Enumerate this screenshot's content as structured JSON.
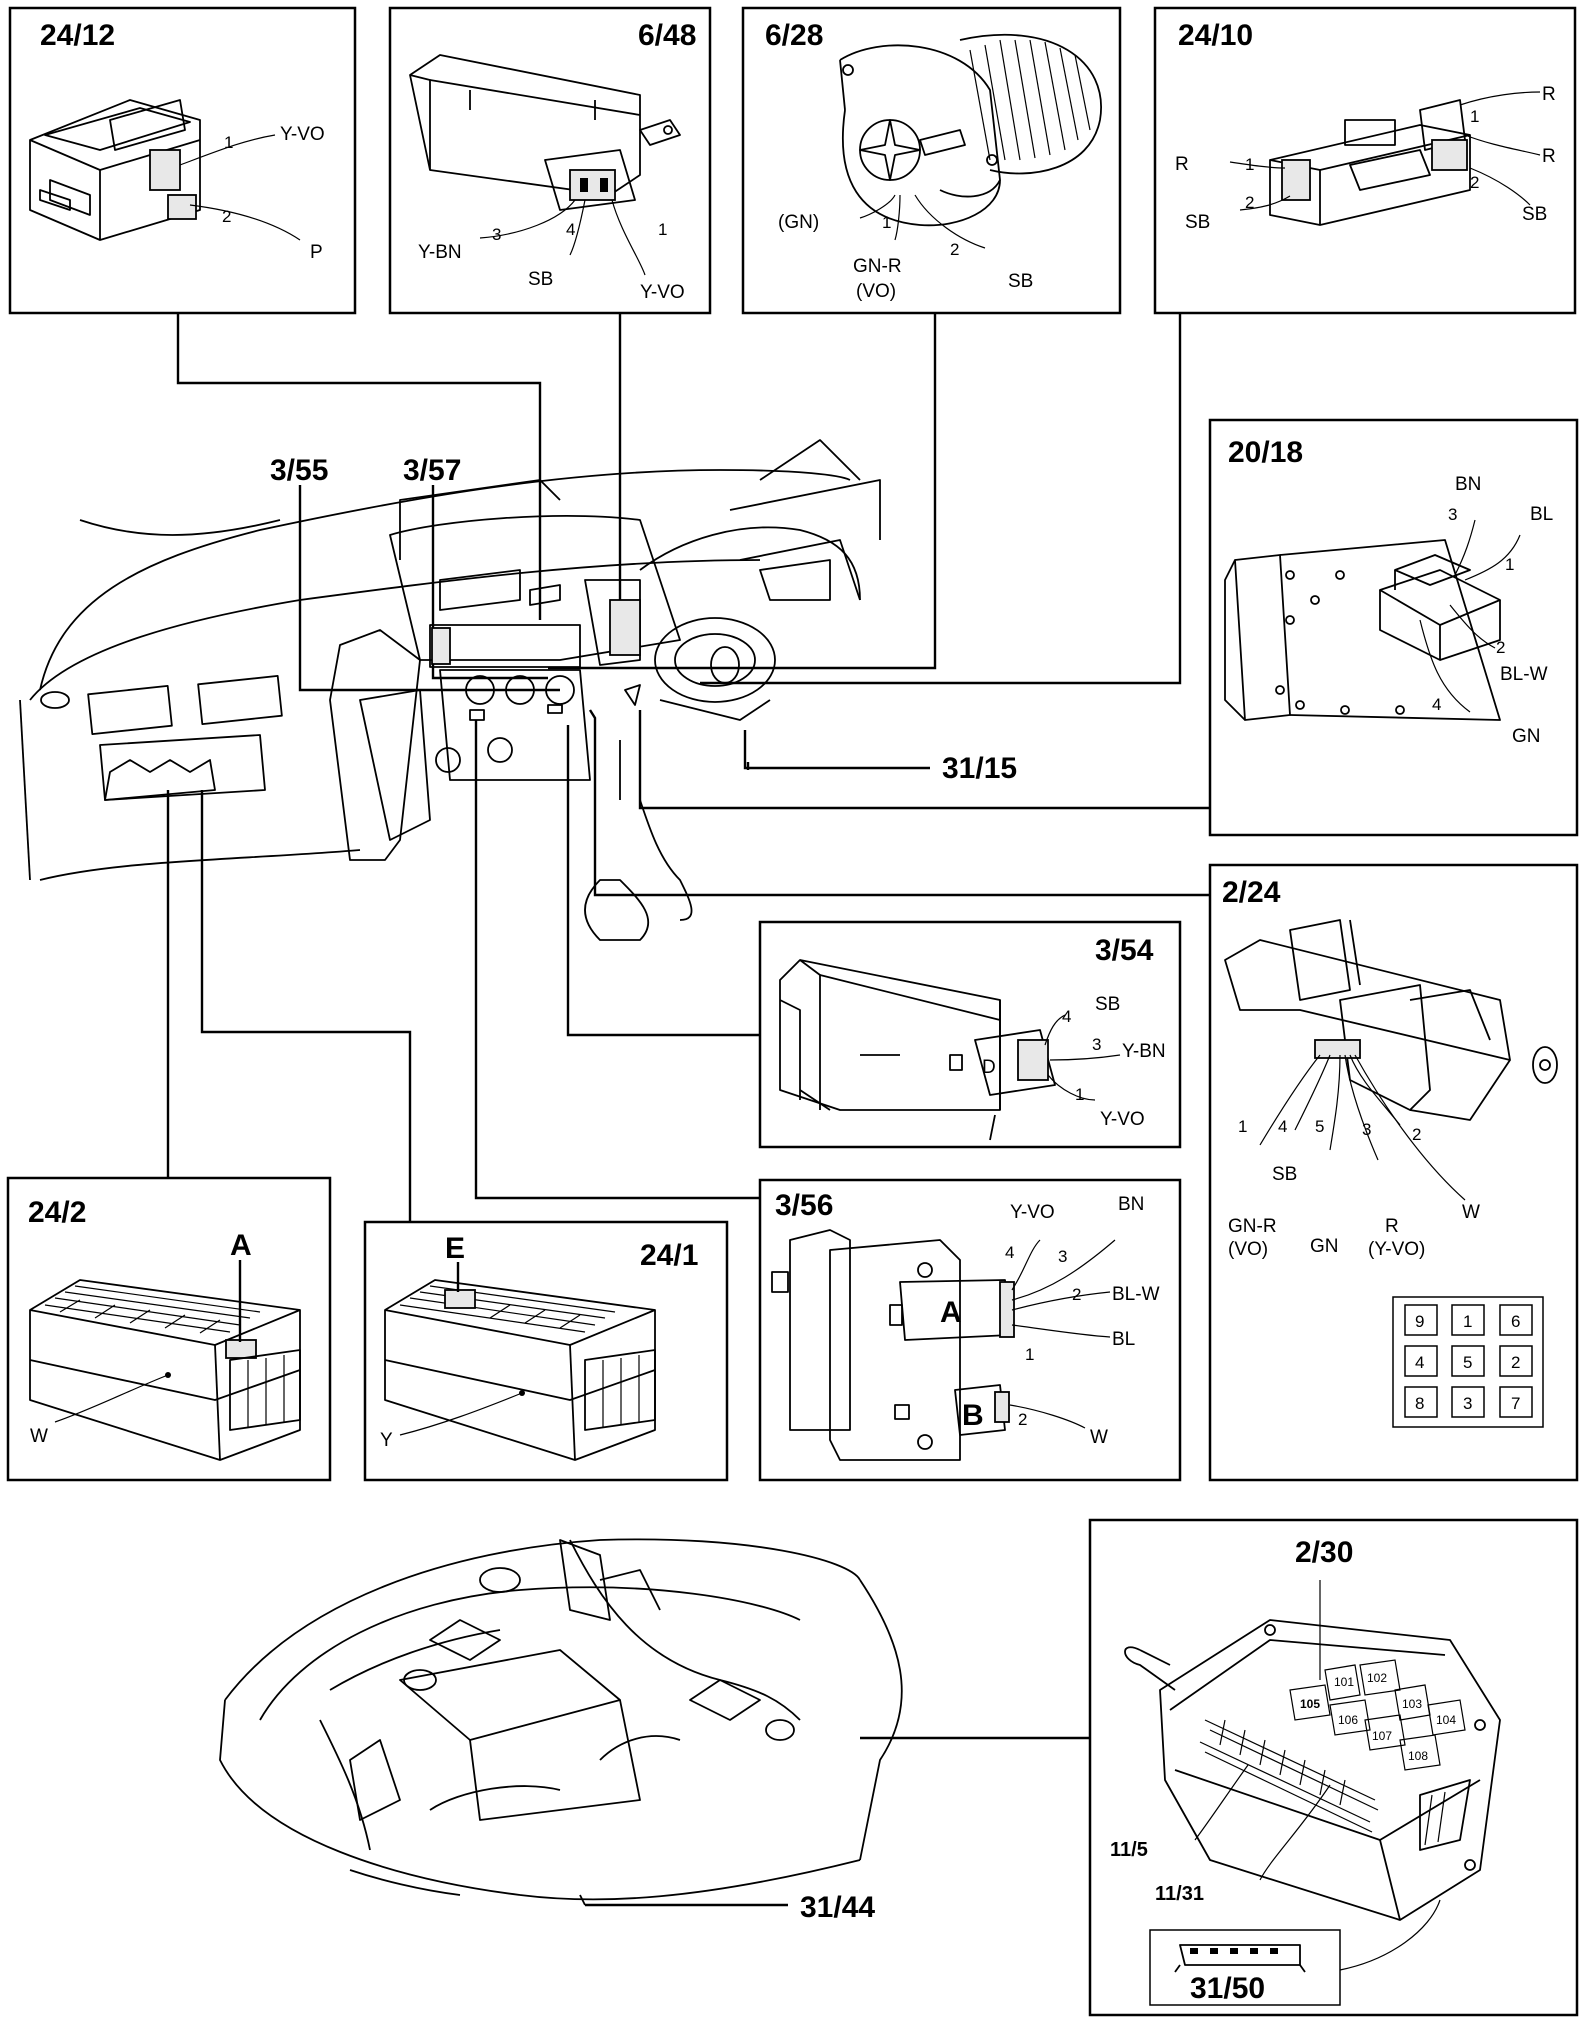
{
  "panels": {
    "p24_12": {
      "title": "24/12",
      "pins": [
        "1",
        "2"
      ],
      "wires": [
        "Y-VO",
        "P"
      ]
    },
    "p6_48": {
      "title": "6/48",
      "pins": [
        "3",
        "4",
        "1"
      ],
      "wires": [
        "Y-BN",
        "SB",
        "Y-VO"
      ]
    },
    "p6_28": {
      "title": "6/28",
      "pins": [
        "1",
        "2"
      ],
      "wires": [
        "(GN)",
        "GN-R",
        "(VO)",
        "SB"
      ]
    },
    "p24_10": {
      "title": "24/10",
      "pins": [
        "1",
        "1",
        "2",
        "2"
      ],
      "wires": [
        "R",
        "R",
        "R",
        "SB",
        "SB"
      ]
    },
    "p20_18": {
      "title": "20/18",
      "pins": [
        "3",
        "1",
        "2",
        "4"
      ],
      "wires": [
        "BN",
        "BL",
        "BL-W",
        "GN"
      ]
    },
    "p2_24": {
      "title": "2/24",
      "pins": [
        "1",
        "4",
        "5",
        "3",
        "2"
      ],
      "wires": [
        "SB",
        "GN-R",
        "(VO)",
        "GN",
        "R",
        "(Y-VO)",
        "W"
      ],
      "grid": [
        "9",
        "1",
        "6",
        "4",
        "5",
        "2",
        "8",
        "3",
        "7"
      ]
    },
    "p3_54": {
      "title": "3/54",
      "pins": [
        "4",
        "3",
        "1"
      ],
      "wires": [
        "SB",
        "Y-BN",
        "Y-VO"
      ],
      "letter": "D"
    },
    "p3_56": {
      "title": "3/56",
      "pins": [
        "4",
        "3",
        "2",
        "1",
        "2"
      ],
      "wires": [
        "Y-VO",
        "BN",
        "BL-W",
        "BL",
        "W"
      ],
      "letters": [
        "A",
        "B"
      ]
    },
    "p24_2": {
      "title": "24/2",
      "letter": "A",
      "wire": "W"
    },
    "p24_1": {
      "title": "24/1",
      "letter": "E",
      "wire": "Y"
    },
    "p2_30": {
      "title": "2/30",
      "relays": [
        "101",
        "102",
        "103",
        "104",
        "105",
        "106",
        "107",
        "108"
      ],
      "callouts": [
        "11/5",
        "11/31"
      ],
      "inset": "31/50"
    }
  },
  "callouts": [
    "3/55",
    "3/57",
    "31/15",
    "31/44"
  ]
}
